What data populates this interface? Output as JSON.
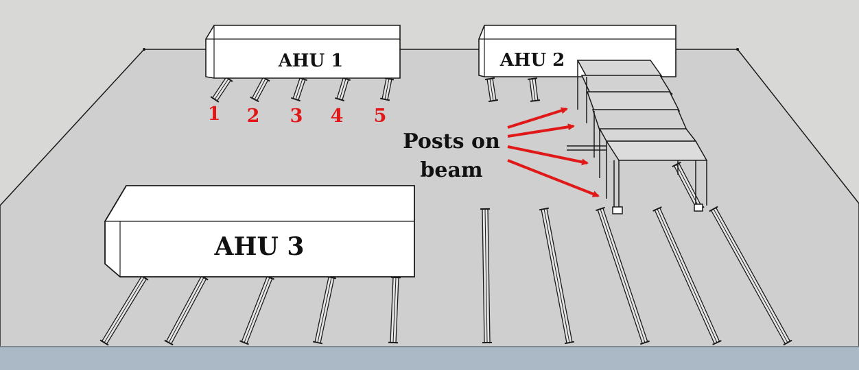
{
  "colors": {
    "background": "#d8d8d6",
    "floor": "#cfcfcf",
    "ground_strip": "#aab9c5",
    "box_face": "#ffffff",
    "outline": "#1a1a1a",
    "annotation": "#e01818"
  },
  "units": {
    "ahu1": {
      "label": "AHU 1"
    },
    "ahu2": {
      "label": "AHU 2"
    },
    "ahu3": {
      "label": "AHU 3"
    }
  },
  "rail_numbers": [
    "1",
    "2",
    "3",
    "4",
    "5"
  ],
  "callout": {
    "line1": "Posts on",
    "line2": "beam"
  }
}
